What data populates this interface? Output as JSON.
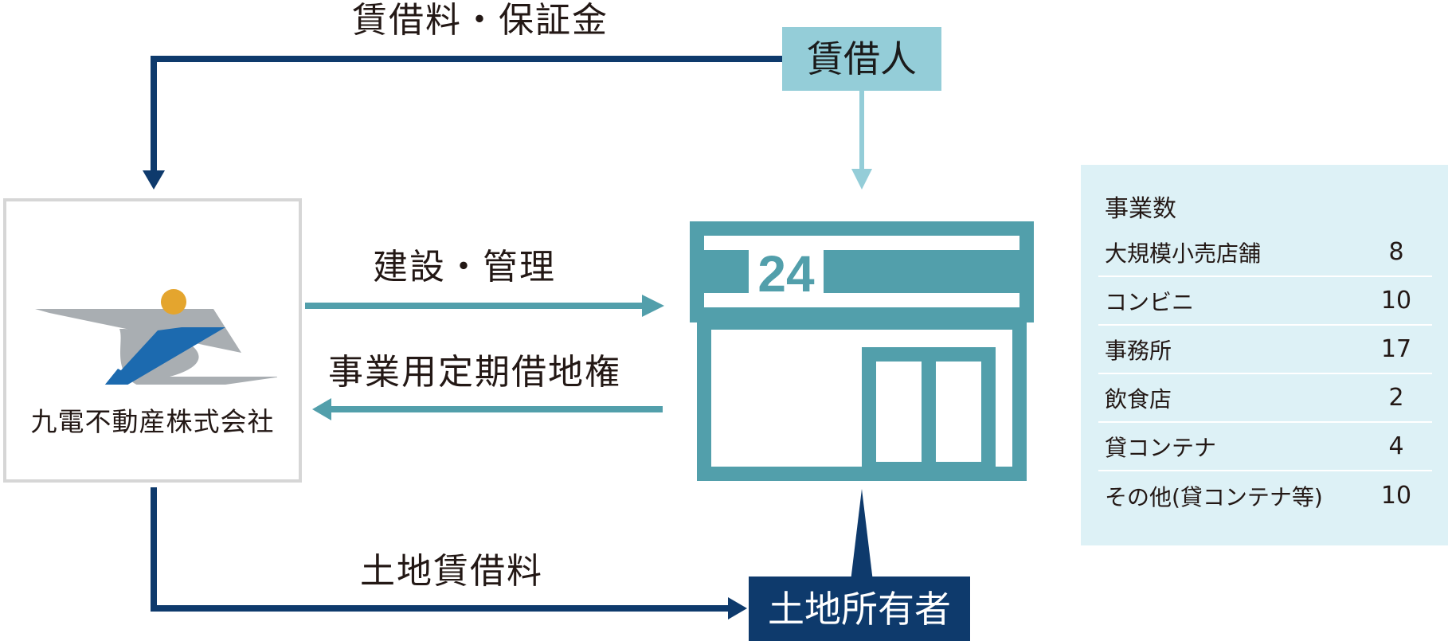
{
  "diagram": {
    "top_flow_label": "賃借料・保証金",
    "tenant_label": "賃借人",
    "construction_label": "建設・管理",
    "lease_right_label": "事業用定期借地権",
    "land_rent_label": "土地賃借料",
    "owner_label": "土地所有者",
    "company_name": "九電不動産株式会社",
    "store_sign_text": "24"
  },
  "info_panel": {
    "heading": "事業数",
    "rows": [
      {
        "category": "大規模小売店舗",
        "count": "8"
      },
      {
        "category": "コンビニ",
        "count": "10"
      },
      {
        "category": "事務所",
        "count": "17"
      },
      {
        "category": "飲食店",
        "count": "2"
      },
      {
        "category": "貸コンテナ",
        "count": "4"
      },
      {
        "category": "その他(貸コンテナ等)",
        "count": "10"
      }
    ]
  },
  "colors": {
    "navy": "#0e3a6c",
    "light_blue": "#94cdd8",
    "teal": "#529fab",
    "panel_bg": "#ddf1f6",
    "logo_blue": "#1c6aaf",
    "logo_gold": "#e4a52e",
    "logo_gray": "#a9aeb2"
  },
  "icons": {
    "store": "convenience-store-icon",
    "logo": "kyuden-logo"
  }
}
